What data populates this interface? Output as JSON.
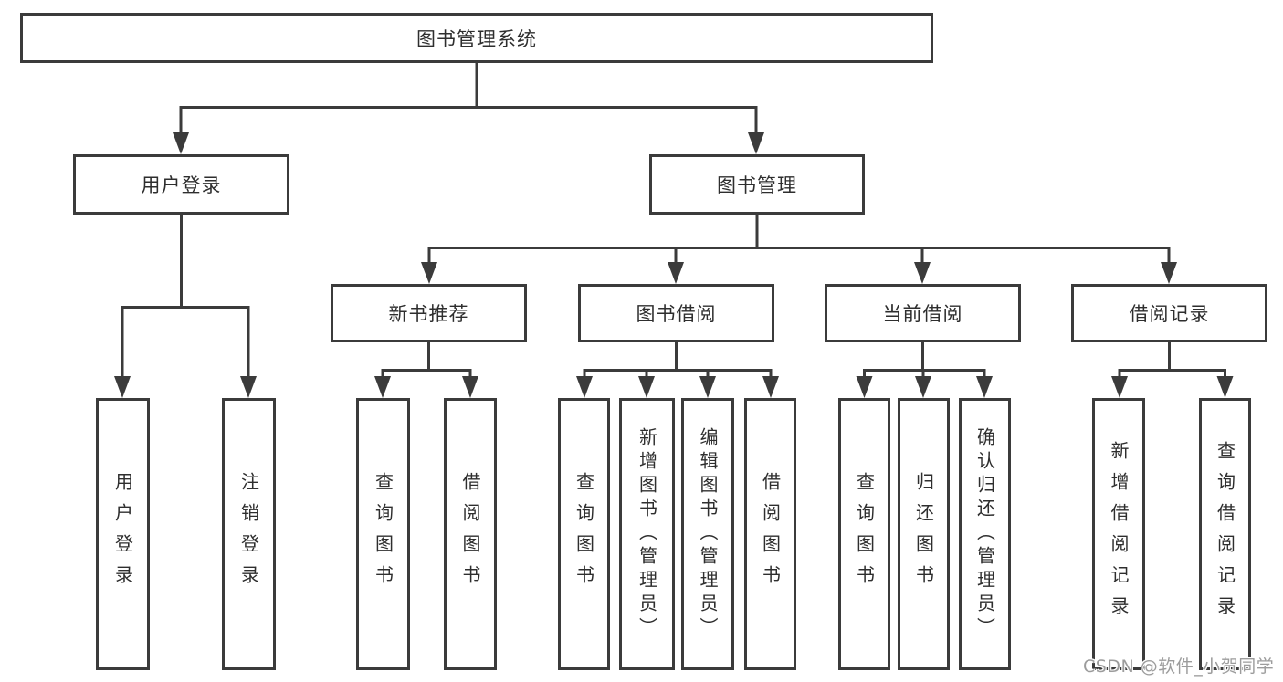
{
  "colors": {
    "line": "#3b3b3b",
    "box_border": "#3b3b3b",
    "text": "#2e2e2e",
    "watermark": "#9c9c9c",
    "background": "#ffffff"
  },
  "tree": {
    "label": "图书管理系统",
    "children": [
      {
        "label": "用户登录",
        "children": [
          {
            "label": "用户登录"
          },
          {
            "label": "注销登录"
          }
        ]
      },
      {
        "label": "图书管理",
        "children": [
          {
            "label": "新书推荐",
            "children": [
              {
                "label": "查询图书"
              },
              {
                "label": "借阅图书"
              }
            ]
          },
          {
            "label": "图书借阅",
            "children": [
              {
                "label": "查询图书"
              },
              {
                "label": "新增图书（管理员）"
              },
              {
                "label": "编辑图书（管理员）"
              },
              {
                "label": "借阅图书"
              }
            ]
          },
          {
            "label": "当前借阅",
            "children": [
              {
                "label": "查询图书"
              },
              {
                "label": "归还图书"
              },
              {
                "label": "确认归还（管理员）"
              }
            ]
          },
          {
            "label": "借阅记录",
            "children": [
              {
                "label": "新增借阅记录"
              },
              {
                "label": "查询借阅记录"
              }
            ]
          }
        ]
      }
    ]
  },
  "watermark": {
    "text": "CSDN @软件_小贺同学"
  }
}
